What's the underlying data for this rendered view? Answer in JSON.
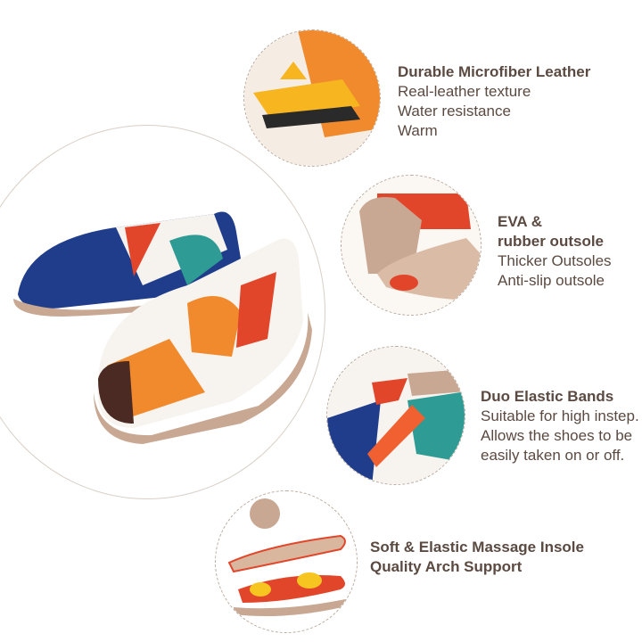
{
  "features": [
    {
      "title": "Durable Microfiber Leather",
      "lines": [
        "Real-leather texture",
        "Water resistance",
        "Warm"
      ]
    },
    {
      "title": "EVA &",
      "title2": "rubber outsole",
      "lines": [
        "Thicker Outsoles",
        "Anti-slip outsole"
      ]
    },
    {
      "title": "Duo Elastic Bands",
      "lines": [
        "Suitable for high instep.",
        "Allows the shoes to be",
        "easily taken on or off."
      ]
    },
    {
      "title": "Soft & Elastic Massage Insole",
      "title2": "Quality Arch Support",
      "lines": []
    }
  ],
  "colors": {
    "text": "#5b4a41",
    "sole": "#c9a893",
    "navy": "#1f3d8a",
    "orange": "#f08a2c",
    "red": "#e2462a",
    "teal": "#2e9b95"
  }
}
